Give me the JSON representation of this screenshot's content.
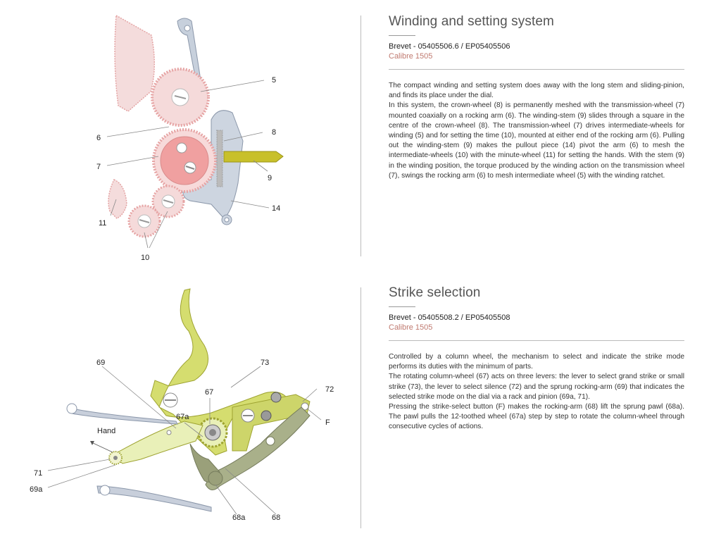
{
  "sections": [
    {
      "title": "Winding and setting system",
      "brevet": "Brevet - 05405506.6 / EP05405506",
      "calibre": "Calibre 1505",
      "paragraphs": [
        "The compact winding and setting system does away with the long stem and sliding-pinion, and finds its place under the dial.",
        "In this system, the crown-wheel (8) is permanently meshed with the transmission-wheel (7) mounted coaxially on a rocking arm (6). The winding-stem (9) slides through a square in the centre of the crown-wheel (8). The transmission-wheel (7) drives intermediate-wheels for winding (5) and for setting the time (10), mounted at either end of the rocking arm (6). Pulling out the winding-stem (9) makes the pullout piece (14) pivot the arm (6) to mesh the intermediate-wheels (10) with the minute-wheel (11) for setting the hands. With the stem (9) in the winding position, the torque produced by the winding action on the transmission wheel (7), swings the rocking arm (6) to mesh intermediate wheel (5) with the winding ratchet."
      ]
    },
    {
      "title": "Strike selection",
      "brevet": "Brevet - 05405508.2 / EP05405508",
      "calibre": "Calibre 1505",
      "paragraphs": [
        "Controlled by a column wheel, the mechanism to select and indicate the strike mode performs its duties with the minimum of parts.",
        "The rotating column-wheel (67) acts on three levers: the lever to select grand strike or small strike (73), the lever to select silence (72) and the sprung rocking-arm (69) that indicates the selected strike mode on the dial via a rack and pinion (69a, 71).",
        "Pressing the strike-select button (F) makes the rocking-arm (68) lift the sprung pawl (68a). The pawl pulls the 12-toothed wheel (67a) step by step to rotate the column-wheel through consecutive cycles of actions."
      ]
    }
  ],
  "diagram1": {
    "labels": [
      "5",
      "6",
      "7",
      "8",
      "9",
      "14",
      "11",
      "10"
    ]
  },
  "diagram2": {
    "labels": [
      "69",
      "73",
      "67",
      "72",
      "67a",
      "F",
      "Hand",
      "71",
      "69a",
      "68a",
      "68"
    ]
  },
  "colors": {
    "gear_pink": "#f2d5d5",
    "gear_pink_stroke": "#e6a8a8",
    "gear_red": "#f0a0a0",
    "lever_blue": "#c9d1dd",
    "stem_olive": "#c7c227",
    "lever_yellow": "#d7df7a",
    "lever_lightgreen": "#e9f0b8",
    "lever_darkgreen": "#a8b08a",
    "calibre_text": "#c07a70"
  }
}
